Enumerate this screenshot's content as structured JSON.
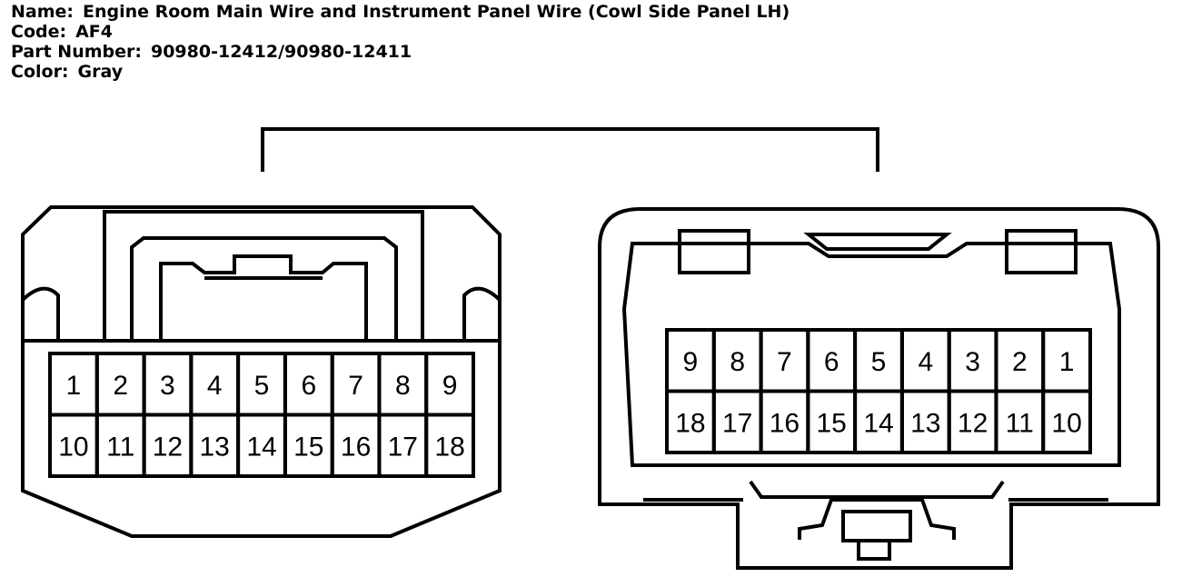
{
  "info": {
    "name_label": "Name:",
    "name_value": "Engine Room Main Wire and Instrument Panel Wire (Cowl Side Panel LH)",
    "code_label": "Code:",
    "code_value": "AF4",
    "part_label": "Part Number:",
    "part_value": "90980-12412/90980-12411",
    "color_label": "Color:",
    "color_value": "Gray"
  },
  "left_connector": {
    "top_row": [
      "1",
      "2",
      "3",
      "4",
      "5",
      "6",
      "7",
      "8",
      "9"
    ],
    "bottom_row": [
      "10",
      "11",
      "12",
      "13",
      "14",
      "15",
      "16",
      "17",
      "18"
    ]
  },
  "right_connector": {
    "top_row": [
      "9",
      "8",
      "7",
      "6",
      "5",
      "4",
      "3",
      "2",
      "1"
    ],
    "bottom_row": [
      "18",
      "17",
      "16",
      "15",
      "14",
      "13",
      "12",
      "11",
      "10"
    ]
  }
}
